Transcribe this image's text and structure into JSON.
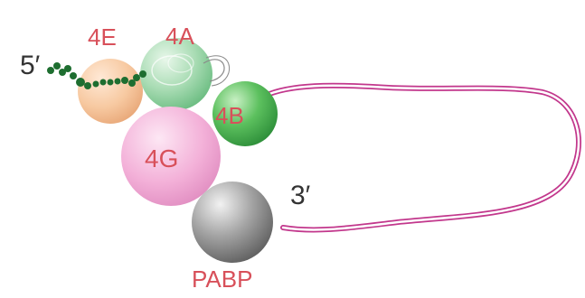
{
  "labels": {
    "five_prime": "5′",
    "three_prime": "3′",
    "factor_4e": "4E",
    "factor_4a": "4A",
    "factor_4b": "4B",
    "factor_4g": "4G",
    "pabp": "PABP"
  },
  "colors": {
    "label_red": "#d8505a",
    "prime_text": "#333333",
    "mrna_loop": "#c2378c",
    "cap_chain": "#1e6e30",
    "eif4e": "#f6c59c",
    "eif4a": "#a8dbb3",
    "eif4b": "#44b04c",
    "eif4g": "#f3aed6",
    "pabp_sphere": "#8f8f8f"
  }
}
